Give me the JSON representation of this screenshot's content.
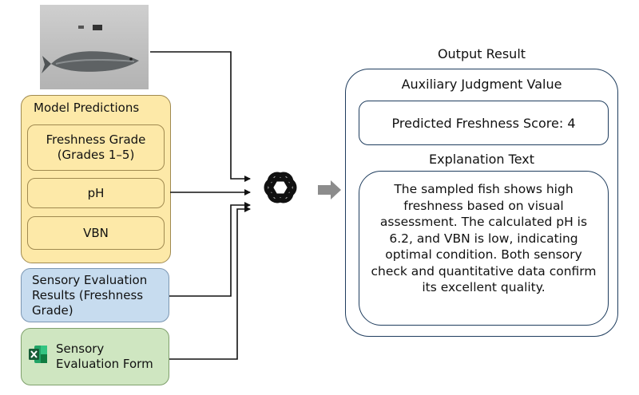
{
  "inputs": {
    "model_predictions_title": "Model Predictions",
    "freshness_grade": "Freshness Grade (Grades 1–5)",
    "ph": "pH",
    "vbn": "VBN",
    "sensory_results": "Sensory Evaluation Results (Freshness Grade)",
    "sensory_form": "Sensory Evaluation Form"
  },
  "output": {
    "title": "Output Result",
    "auxiliary_title": "Auxiliary Judgment Value",
    "predicted_score": "Predicted Freshness Score: 4",
    "explanation_title": "Explanation Text",
    "explanation_text": "The sampled fish shows high freshness based on visual assessment. The calculated pH is 6.2, and VBN is low, indicating optimal condition. Both sensory check and quantitative data confirm its excellent quality."
  },
  "icons": {
    "fish_photo": "fish-photo",
    "excel": "excel-icon",
    "model": "openai-logo-icon",
    "arrow": "gray-arrow-icon"
  },
  "colors": {
    "model_fill": "#fde9a8",
    "sensory_results_fill": "#c7dcef",
    "sensory_form_fill": "#cfe6c1",
    "output_border": "#1f3d5e"
  }
}
